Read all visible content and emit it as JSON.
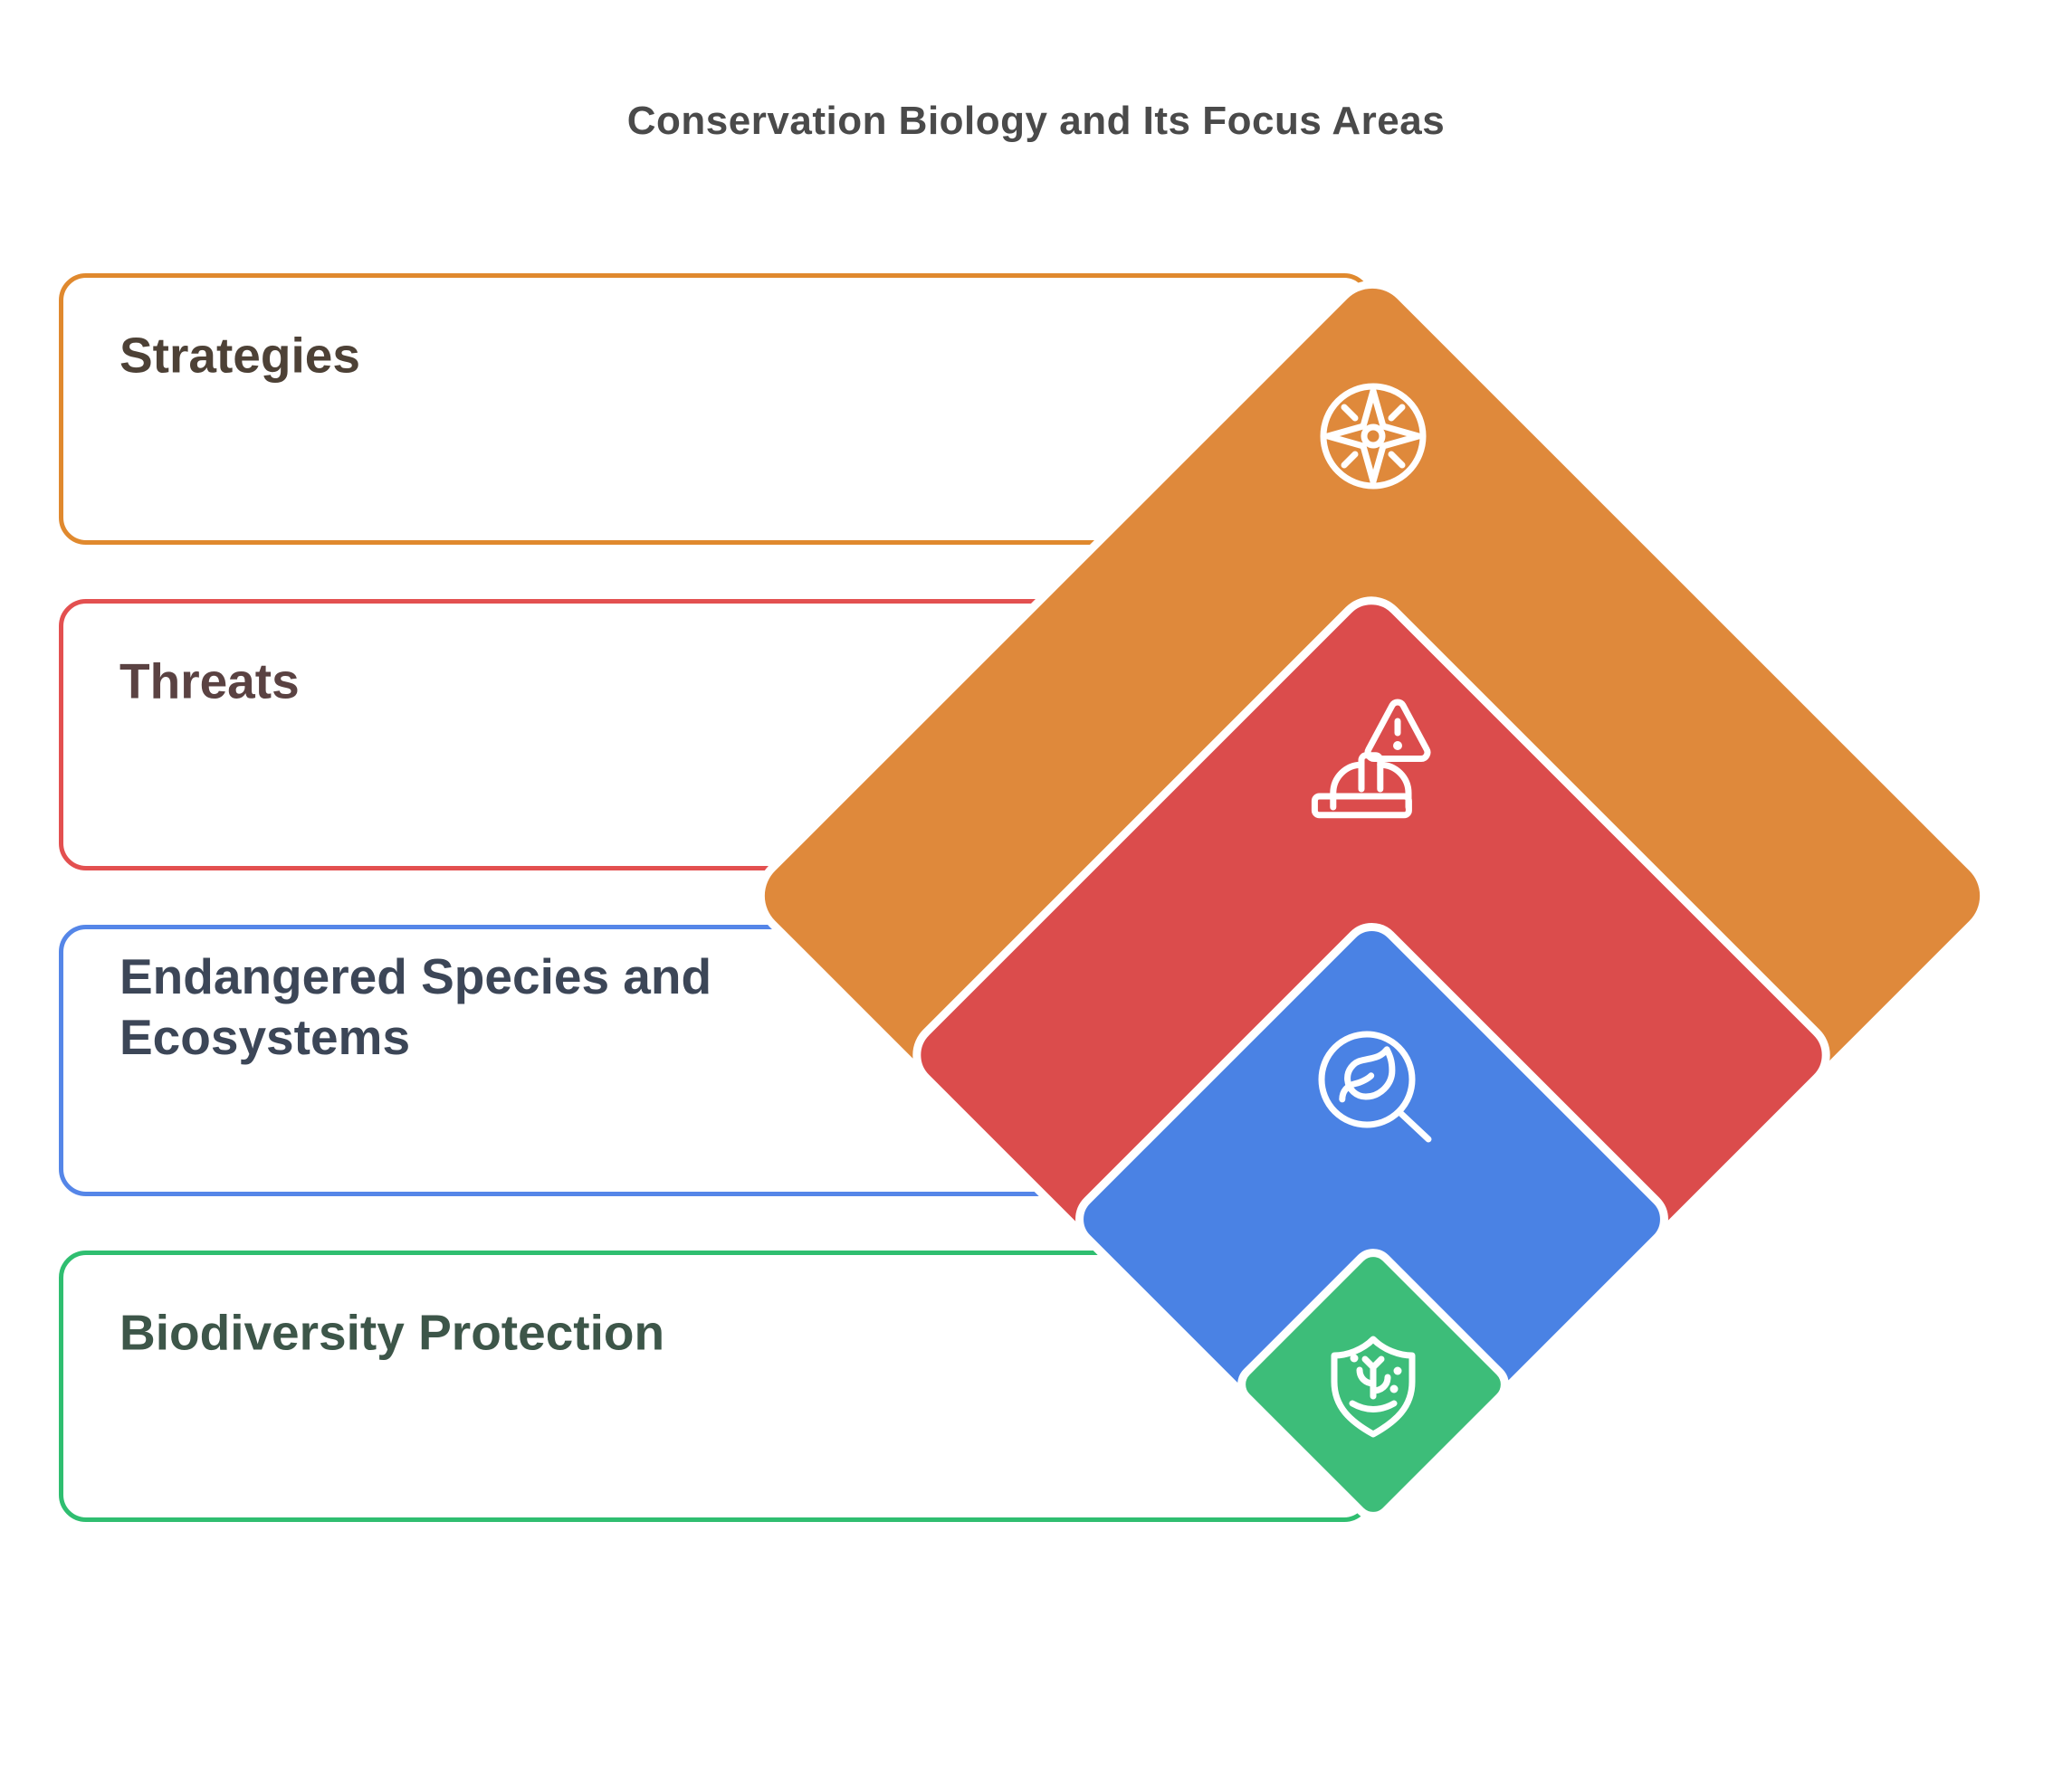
{
  "title": {
    "text": "Conservation Biology and Its Focus Areas",
    "color": "#4A4A4A"
  },
  "cards": [
    {
      "label": "Strategies",
      "border_color": "#E0892E",
      "text_color": "#4D4136",
      "diamond_color": "#DF893B",
      "icon": "compass-icon"
    },
    {
      "label": "Threats",
      "border_color": "#E35050",
      "text_color": "#5A4242",
      "diamond_color": "#DB4C4C",
      "icon": "hard-hat-warning-icon"
    },
    {
      "label": "Endangered Species and Ecosystems",
      "border_color": "#5586E8",
      "text_color": "#3C4657",
      "diamond_color": "#4A82E4",
      "icon": "leaf-search-icon"
    },
    {
      "label": "Biodiversity Protection",
      "border_color": "#2FBE70",
      "text_color": "#3D5649",
      "diamond_color": "#3DBD79",
      "icon": "shield-plant-icon"
    }
  ],
  "diamond_stroke_color": "#FFFFFF",
  "icon_stroke_color": "#FFFFFF"
}
